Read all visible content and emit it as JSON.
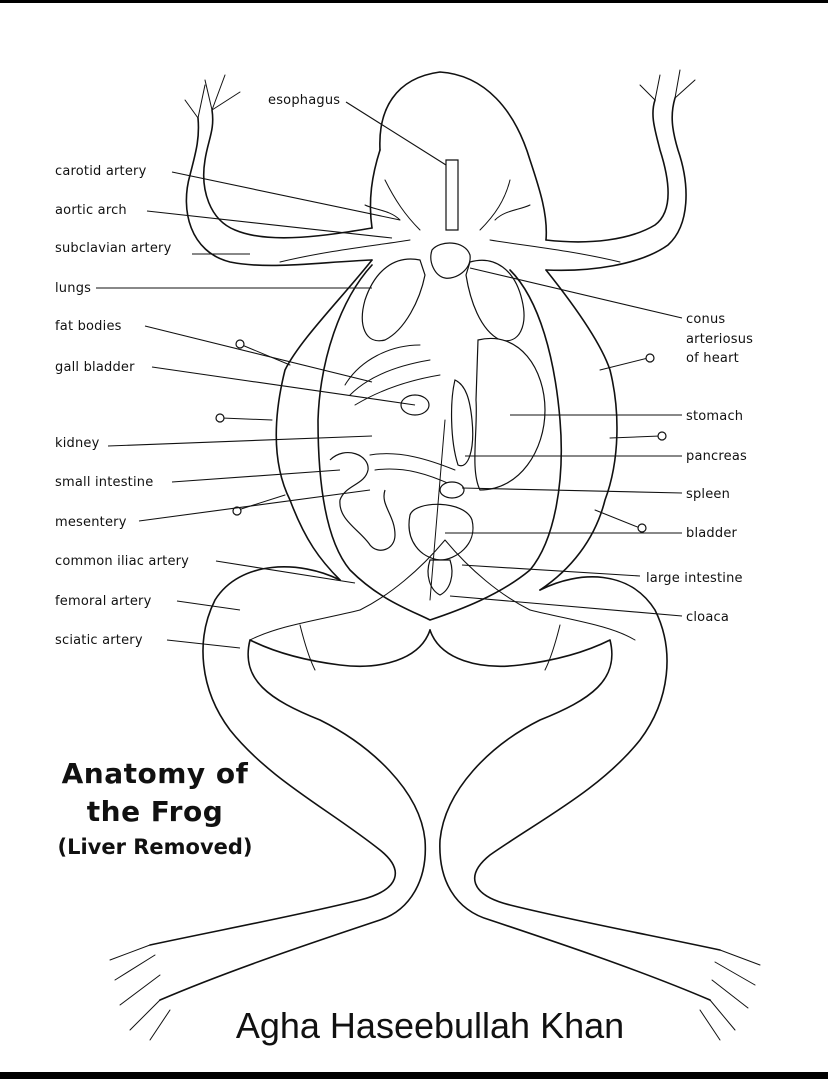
{
  "title": {
    "line1": "Anatomy of",
    "line2": "the Frog",
    "subtitle": "(Liver Removed)"
  },
  "author": "Agha Haseebullah Khan",
  "labels_left": [
    {
      "id": "esophagus",
      "text": "esophagus"
    },
    {
      "id": "carotid-artery",
      "text": "carotid artery"
    },
    {
      "id": "aortic-arch",
      "text": "aortic arch"
    },
    {
      "id": "subclavian-artery",
      "text": "subclavian artery"
    },
    {
      "id": "lungs",
      "text": "lungs"
    },
    {
      "id": "fat-bodies",
      "text": "fat bodies"
    },
    {
      "id": "gall-bladder",
      "text": "gall bladder"
    },
    {
      "id": "kidney",
      "text": "kidney"
    },
    {
      "id": "small-intestine",
      "text": "small intestine"
    },
    {
      "id": "mesentery",
      "text": "mesentery"
    },
    {
      "id": "common-iliac-artery",
      "text": "common iliac artery"
    },
    {
      "id": "femoral-artery",
      "text": "femoral artery"
    },
    {
      "id": "sciatic-artery",
      "text": "sciatic artery"
    }
  ],
  "labels_right": [
    {
      "id": "conus-arteriosus",
      "lines": [
        "conus",
        "arteriosus",
        "of heart"
      ]
    },
    {
      "id": "stomach",
      "text": "stomach"
    },
    {
      "id": "pancreas",
      "text": "pancreas"
    },
    {
      "id": "spleen",
      "text": "spleen"
    },
    {
      "id": "bladder",
      "text": "bladder"
    },
    {
      "id": "large-intestine",
      "text": "large intestine"
    },
    {
      "id": "cloaca",
      "text": "cloaca"
    }
  ]
}
